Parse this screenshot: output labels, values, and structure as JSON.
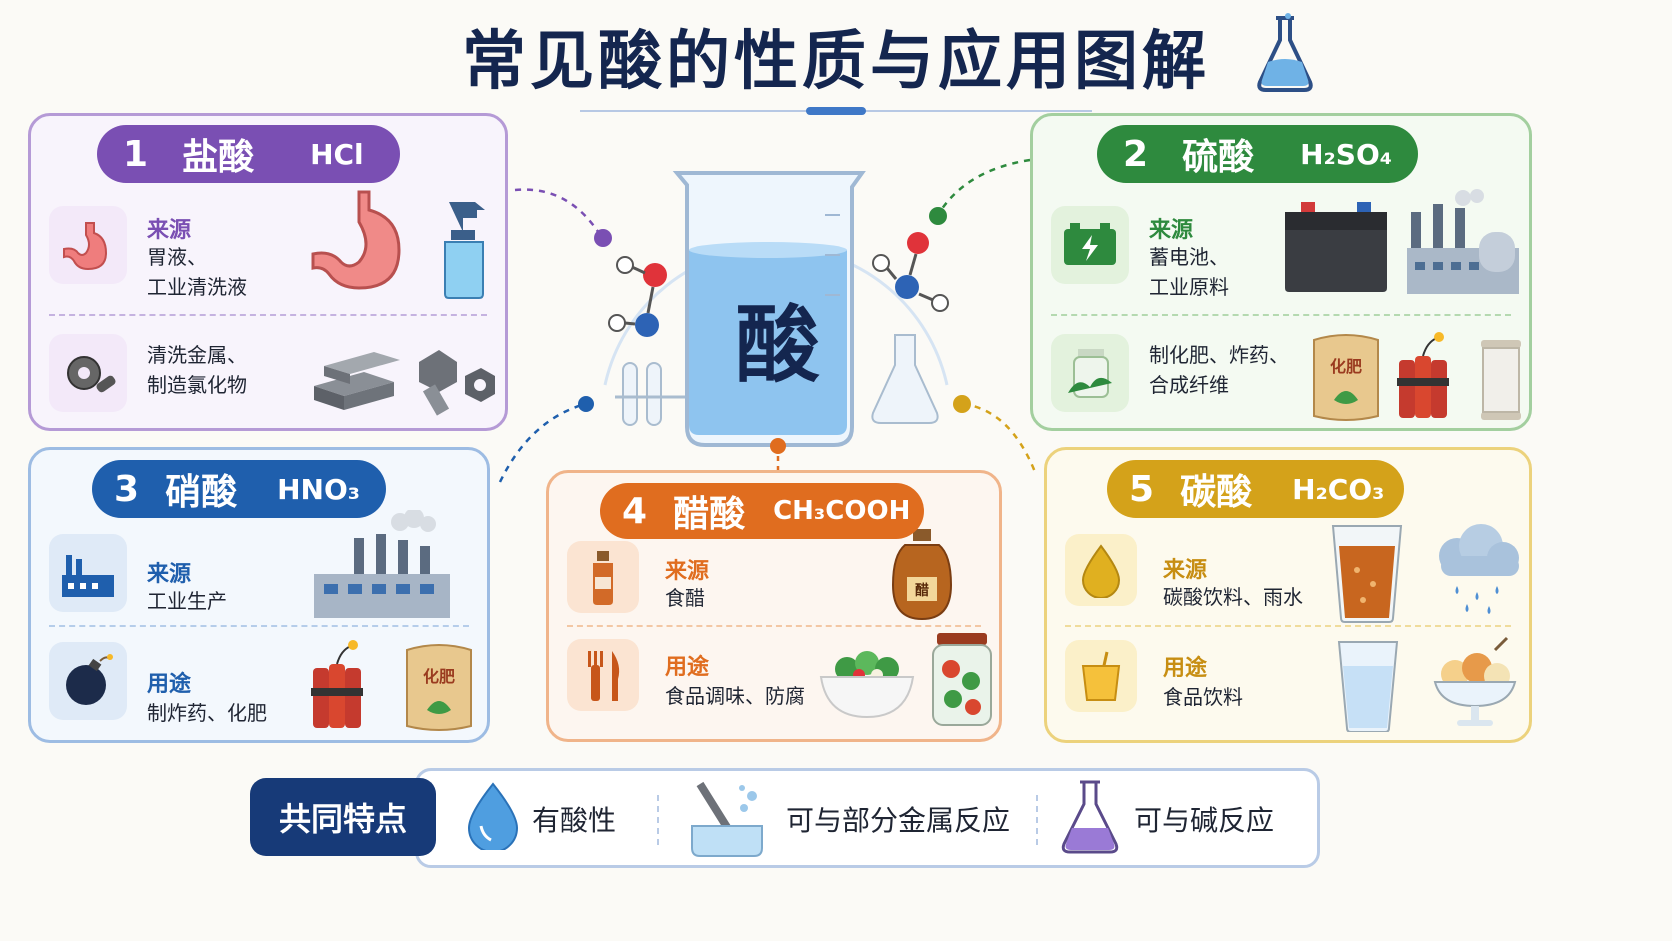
{
  "title": "常见酸的性质与应用图解",
  "center_label": "酸",
  "colors": {
    "hcl": "#7a4fb3",
    "h2so4": "#2e8a3e",
    "hno3": "#1f5fad",
    "ch3cooh": "#e06d1f",
    "h2co3": "#d4a21a",
    "navy": "#173a78"
  },
  "acids": {
    "hcl": {
      "num": "1",
      "name": "盐酸",
      "formula": "HCl",
      "source_label": "来源",
      "source_text": [
        "胃液、",
        "工业清洗液"
      ],
      "use_text": [
        "清洗金属、",
        "制造氯化物"
      ],
      "icons": [
        "stomach-icon",
        "spray-bottle-icon",
        "gear-icon",
        "metal-bars-icon",
        "bolt-nut-icon"
      ]
    },
    "h2so4": {
      "num": "2",
      "name": "硫酸",
      "formula": "H₂SO₄",
      "source_label": "来源",
      "source_text": [
        "蓄电池、",
        "工业原料"
      ],
      "use_text": [
        "制化肥、炸药、",
        "合成纤维"
      ],
      "fert_label": "化肥",
      "icons": [
        "battery-icon",
        "car-battery-icon",
        "factory-icon",
        "fertilizer-jar-icon",
        "fertilizer-bag-icon",
        "dynamite-icon",
        "thread-spool-icon"
      ]
    },
    "hno3": {
      "num": "3",
      "name": "硝酸",
      "formula": "HNO₃",
      "source_label": "来源",
      "source_text": [
        "工业生产"
      ],
      "use_label": "用途",
      "use_text": [
        "制炸药、化肥"
      ],
      "fert_label": "化肥",
      "icons": [
        "factory-icon",
        "bomb-icon",
        "dynamite-icon",
        "fertilizer-bag-icon"
      ]
    },
    "ch3cooh": {
      "num": "4",
      "name": "醋酸",
      "formula": "CH₃COOH",
      "source_label": "来源",
      "source_text": [
        "食醋"
      ],
      "use_label": "用途",
      "use_text": [
        "食品调味、防腐"
      ],
      "vinegar_label": "醋",
      "icons": [
        "bottle-icon",
        "vinegar-jar-icon",
        "fork-knife-icon",
        "salad-icon",
        "pickle-jar-icon"
      ]
    },
    "h2co3": {
      "num": "5",
      "name": "碳酸",
      "formula": "H₂CO₃",
      "source_label": "来源",
      "source_text": [
        "碳酸饮料、雨水"
      ],
      "use_label": "用途",
      "use_text": [
        "食品饮料"
      ],
      "icons": [
        "drop-icon",
        "soda-glass-icon",
        "rain-cloud-icon",
        "juice-glass-icon",
        "water-glass-icon",
        "ice-cream-icon"
      ]
    }
  },
  "common": {
    "label": "共同特点",
    "features": [
      "有酸性",
      "可与部分金属反应",
      "可与碱反应"
    ]
  }
}
